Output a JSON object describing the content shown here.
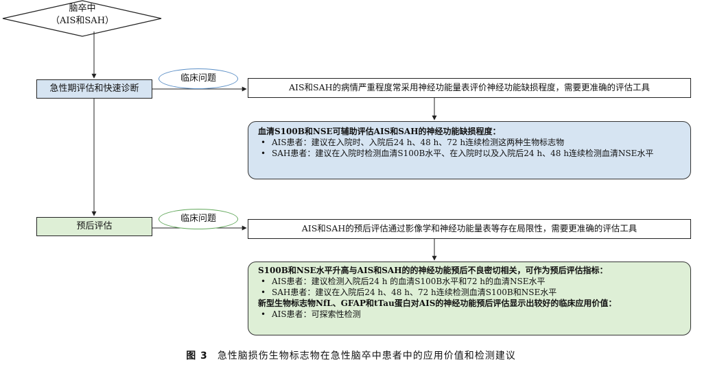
{
  "start": {
    "line1": "脑卒中",
    "line2": "（AIS和SAH）"
  },
  "acute": {
    "stage_label": "急性期评估和快速诊断",
    "tag": "临床问题",
    "issue": "AIS和SAH的病情严重程度常采用神经功能量表评价神经功能缺损程度，需要更准确的评估工具",
    "recommendation": {
      "heading": "血清S100B和NSE可辅助评估AIS和SAH的神经功能缺损程度：",
      "items": [
        "AIS患者：建议在入院时、入院后24 h、48 h、72 h连续检测这两种生物标志物",
        "SAH患者：建议在入院时检测血清S100B水平、在入院时以及入院后24 h、48 h连续检测血清NSE水平"
      ]
    }
  },
  "prognosis": {
    "stage_label": "预后评估",
    "tag": "临床问题",
    "issue": "AIS和SAH的预后评估通过影像学和神经功能量表等存在局限性，需要更准确的评估工具",
    "recommendation": {
      "heading1": "S100B和NSE水平升高与AIS和SAH的的神经功能预后不良密切相关，可作为预后评估指标：",
      "items1": [
        "AIS患者：建议检测入院后24 h 的血清S100B水平和72 h的血清NSE水平",
        "SAH患者：建议在入院后24 h、48 h、72 h连续检测血清S100B和NSE水平"
      ],
      "heading2": "新型生物标志物NfL、GFAP和tTau蛋白对AIS的神经功能预后评估显示出较好的临床应用价值：",
      "items2": [
        "AIS患者：可探索性检测"
      ]
    }
  },
  "caption": {
    "figure_number": "图 3",
    "text": "急性脑损伤生物标志物在急性脑卒中患者中的应用价值和检测建议"
  },
  "colors": {
    "blue_fill": "#d6e4f2",
    "green_fill": "#deefd6",
    "blue_outline": "#5b8fc6",
    "green_outline": "#62a85b"
  }
}
